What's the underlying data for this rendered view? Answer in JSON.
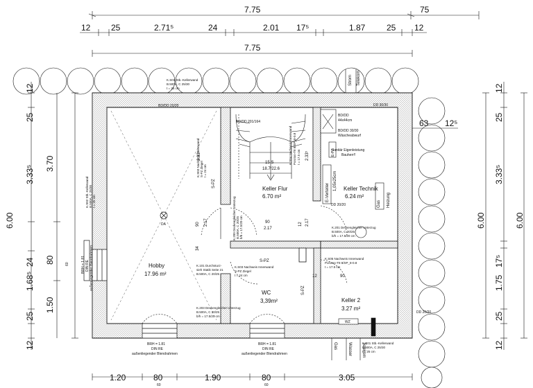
{
  "dimensions": {
    "top_total": "7.75",
    "top_right": "75",
    "top_row": [
      "12",
      "25",
      "2.71⁵",
      "24",
      "2.01",
      "17⁵",
      "1.87",
      "25",
      "12"
    ],
    "second_total": "7.75",
    "left_outer": [
      "12",
      "25",
      "3.33⁵",
      "24",
      "1.68⁵",
      "25",
      "12"
    ],
    "left_mid": [
      "3.70",
      "80",
      "1.50"
    ],
    "left_total": "6.00",
    "right_inner": [
      "12",
      "25",
      "3.33⁵",
      "1.75",
      "17⁵",
      "25",
      "12"
    ],
    "right_total_inner": "6.00",
    "right_total_outer": "6.00",
    "right_63": "63",
    "right_125": "12⁵",
    "bottom_row": [
      "1.20",
      "80",
      "1.90",
      "80",
      "3.05"
    ],
    "bottom_sub": [
      "60",
      "60"
    ],
    "interior": {
      "hobby_90": "90",
      "hobby_34": "34",
      "hobby_233": "2.33⁵",
      "hobby_217": "2.17",
      "flur_90": "90",
      "flur_217": "2.17",
      "flur_12": "12",
      "flur_233": "2.33⁵",
      "k2_12": "12",
      "k2_90": "90",
      "spz_217": "2.17",
      "window_80": "80",
      "window_60": "60"
    }
  },
  "rooms": [
    {
      "name": "Hobby",
      "area": "17.96 m²"
    },
    {
      "name": "Keller Flur",
      "area": "6.70 m²"
    },
    {
      "name": "Keller Technik",
      "area": "6.24 m²"
    },
    {
      "name": "WC",
      "area": "3,39m²"
    },
    {
      "name": "Keller 2",
      "area": "3.27 m²"
    }
  ],
  "stair": {
    "label": "15 S",
    "ratio": "18.7/22.6",
    "bd": "BD/DD 201/164"
  },
  "labels": {
    "bd_hobby": "BD/DD 20/20",
    "dd_right": "DD 30/30",
    "bd_44": "BD/DD",
    "bd_44b": "44x44cm",
    "bd_30": "BD/DD 30/30",
    "waesche": "Wäscheabwurf",
    "sanitaer1": "Sanitär Eigenleistung",
    "sanitaer2": "Bauherr!!",
    "everteiler": "E-Verteiler",
    "everteiler_size": "1,05x25cm",
    "epz": "E-PZ",
    "gas": "Gas",
    "heizung": "Heizung",
    "dd_2020": "DD 20/20",
    "dd_2020b": "DD 20/20",
    "spz_hobby": "S-PZ",
    "spz_wc": "S-PZ",
    "spz_wc_right": "S-PZ",
    "wz": "WZ",
    "da": "DA",
    "brh_left_1": "BRH = 1.81",
    "brh_left_2": "DIN RE",
    "brh_left_3": "außenliegender Blendrahmen",
    "brh_bot1_1": "BRH = 1.81",
    "brh_bot1_2": "DIN RE",
    "brh_bot1_3": "außenliegender Blendrahmen",
    "brh_bot2_1": "BRH = 1.81",
    "brh_bot2_2": "DIN RE",
    "brh_bot2_3": "außenliegender Blendrahmen",
    "gas_pipe": "Gas",
    "wasser": "Wasser",
    "telekom_bot": "Telekom",
    "strom_top": "Strom",
    "telekom_top": "Telekom"
  },
  "notes": {
    "top_wall_1": "K.S01 Stb.-Kellerwand",
    "top_wall_2": "B.500A, C 25/30",
    "top_wall_3": "t = 25 cm",
    "left_wall_1": "K.S02 Stb.-Kellerwand",
    "left_wall_2": "B.500A, C 25/30",
    "left_wall_3": "t = 25 cm",
    "inner_wall_1": "K.S03 Nachweis Innenwand",
    "inner_wall_2": "S-PZ Ziegel",
    "inner_wall_3": "t = 24 cm",
    "poroton_1": "K.S04 Nachweis Innenwand",
    "poroton_2": "Poroton-T8 8/SP_8-0.8",
    "poroton_3": "t = 17.5 cm",
    "sturz_1": "K.101 Durchsturz-",
    "sturz_2": "sieh Statik Seite 21",
    "sturz_3": "B.500A, C 20/25",
    "decken_1": "K.200 Deckengleicher Unterzug",
    "decken_2": "B.500A, C 20/25",
    "decken_3": "b/h = 17.5/20 cm",
    "wc_wall_1": "K.S03 Nachweis Innenwand",
    "wc_wall_2": "S-PZ Ziegel",
    "wc_wall_3": "t = 24 cm",
    "k2_wall_1": "K.S05 Nachweis Innenwand",
    "k2_wall_2": "Poroton-T8 8/SP_8-0.8",
    "k2_wall_3": "t = 17.5 cm",
    "bot_wall_1": "K.S01 Stb.-Kellerwand",
    "bot_wall_2": "B.500A, C 25/30",
    "bot_wall_3": "t = 25 cm",
    "bot_sturz_1": "K.203 Deckengleicher Unterzug",
    "bot_sturz_2": "B.500A, C 20/25",
    "bot_sturz_3": "b/h = 17.5/20 cm",
    "technik_sturz_1": "K.201 Deckengleicher Unterzug",
    "technik_sturz_2": "B.500A, C 20/25",
    "technik_sturz_3": "b/h = 17.5/20 cm"
  }
}
